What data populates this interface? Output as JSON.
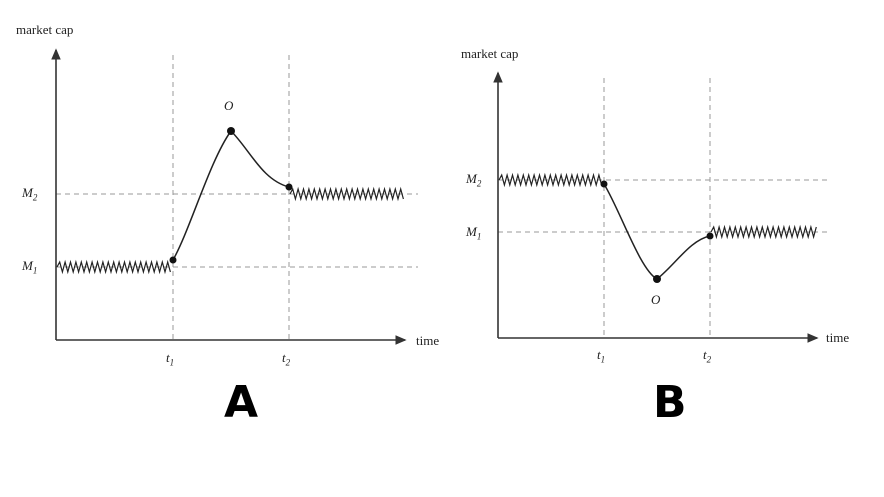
{
  "chart_data": [
    {
      "type": "line",
      "panel": "A",
      "title": "A",
      "ylabel": "market cap",
      "xlabel": "time",
      "x_ticks": [
        "t1",
        "t2"
      ],
      "y_ticks": [
        "M1",
        "M2"
      ],
      "annotations": [
        {
          "label": "O",
          "description": "overshoot peak between t1 and t2"
        }
      ],
      "series": [
        {
          "name": "market cap",
          "points": [
            {
              "x": "0..t1",
              "y": "M1",
              "style": "oscillating"
            },
            {
              "x": "t1",
              "y": "M1"
            },
            {
              "x": "O",
              "y": "peak above M2"
            },
            {
              "x": "t2",
              "y": "M2"
            },
            {
              "x": "t2..end",
              "y": "M2",
              "style": "oscillating"
            }
          ]
        }
      ],
      "grid": "dashed at t1, t2, M1, M2"
    },
    {
      "type": "line",
      "panel": "B",
      "title": "B",
      "ylabel": "market cap",
      "xlabel": "time",
      "x_ticks": [
        "t1",
        "t2"
      ],
      "y_ticks": [
        "M1",
        "M2"
      ],
      "annotations": [
        {
          "label": "O",
          "description": "undershoot trough between t1 and t2"
        }
      ],
      "series": [
        {
          "name": "market cap",
          "points": [
            {
              "x": "0..t1",
              "y": "M2",
              "style": "oscillating"
            },
            {
              "x": "t1",
              "y": "M2"
            },
            {
              "x": "O",
              "y": "trough below M1"
            },
            {
              "x": "t2",
              "y": "M1"
            },
            {
              "x": "t2..end",
              "y": "M1",
              "style": "oscillating"
            }
          ]
        }
      ],
      "grid": "dashed at t1, t2, M1, M2"
    }
  ],
  "panelA": {
    "ylabel": "market cap",
    "xlabel": "time",
    "t1": "t",
    "t1sub": "1",
    "t2": "t",
    "t2sub": "2",
    "m1": "M",
    "m1sub": "1",
    "m2": "M",
    "m2sub": "2",
    "o": "O",
    "caption": "A"
  },
  "panelB": {
    "ylabel": "market cap",
    "xlabel": "time",
    "t1": "t",
    "t1sub": "1",
    "t2": "t",
    "t2sub": "2",
    "m1": "M",
    "m1sub": "1",
    "m2": "M",
    "m2sub": "2",
    "o": "O",
    "caption": "B"
  }
}
